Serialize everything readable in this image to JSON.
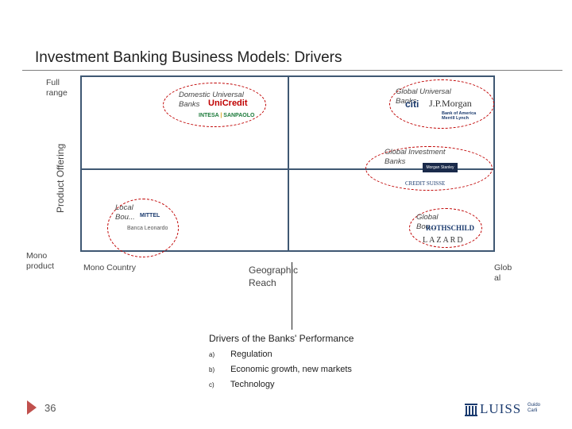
{
  "title": "Investment Banking Business Models: Drivers",
  "y_axis": {
    "top": "Full range",
    "bottom": "Mono product",
    "label": "Product Offering"
  },
  "x_axis": {
    "left": "Mono Country",
    "center": "Geographic Reach",
    "right": "Glob al"
  },
  "quadrants": {
    "domestic_universal": {
      "label": "Domestic Universal Banks",
      "logos": [
        "UniCredit",
        "INTESA",
        "SANPAOLO"
      ]
    },
    "global_universal": {
      "label": "Global Universal Banks",
      "logos": [
        "citi",
        "J.P.Morgan",
        "Bank of America Merrill Lynch"
      ]
    },
    "global_investment": {
      "label": "Global Investment Banks",
      "logos": [
        "Morgan Stanley",
        "CREDIT SUISSE"
      ]
    },
    "local_boutiques": {
      "label": "Local Bou...",
      "logos": [
        "MITTEL",
        "Banca Leonardo"
      ]
    },
    "global_boutiques": {
      "label": "Global Bou...",
      "logos": [
        "ROTHSCHILD",
        "LAZARD"
      ]
    }
  },
  "drivers": {
    "heading": "Drivers of the Banks' Performance",
    "items": [
      {
        "marker": "a)",
        "text": "Regulation"
      },
      {
        "marker": "b)",
        "text": "Economic growth, new markets"
      },
      {
        "marker": "c)",
        "text": "Technology"
      }
    ]
  },
  "footer": {
    "page_number": "36",
    "logo_text": "LUISS",
    "logo_sub": "Guido Carli"
  },
  "colors": {
    "accent_red": "#c00000",
    "grid_blue": "#3f5873",
    "page_marker": "#c0504d"
  }
}
